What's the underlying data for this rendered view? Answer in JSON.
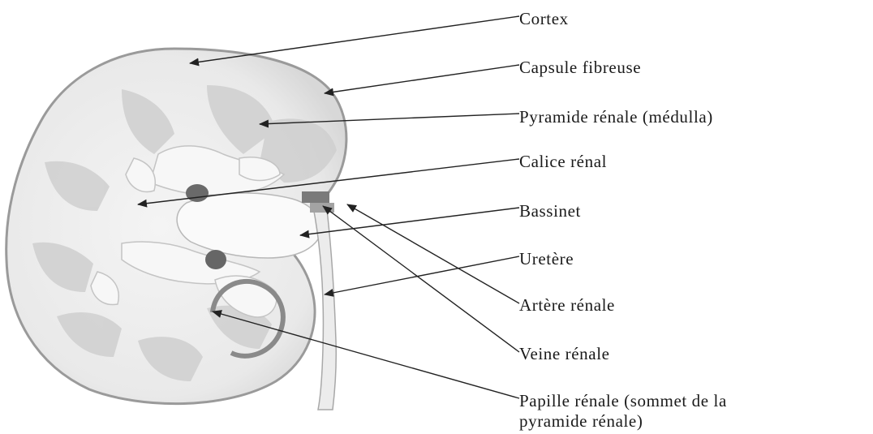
{
  "labels": {
    "cortex": "Cortex",
    "capsule": "Capsule fibreuse",
    "pyramide": "Pyramide rénale (médulla)",
    "calice": "Calice rénal",
    "bassinet": "Bassinet",
    "uretere": "Uretère",
    "artere": "Artère rénale",
    "veine": "Veine rénale",
    "papille_line1": "Papille rénale (sommet de la",
    "papille_line2": "pyramide rénale)"
  },
  "colors": {
    "capsule_outline": "#9a9a9a",
    "cortex_fill": "#eeeeee",
    "pyramid_fill": "#cfcfcf",
    "calyx_fill": "#f7f7f7",
    "vessel_dark": "#555555",
    "leader_line": "#222222"
  }
}
